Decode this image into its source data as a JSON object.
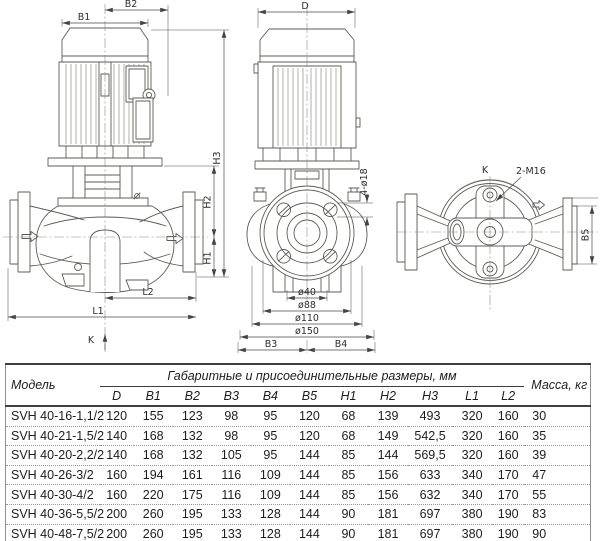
{
  "colors": {
    "line": "#5c5c54",
    "table_border": "#3e3e3e",
    "text": "#1d1d1d"
  },
  "drawings": {
    "side_view": {
      "labels": {
        "b1": "B1",
        "b2": "B2",
        "h1": "H1",
        "h2": "H2",
        "h3": "H3",
        "l1": "L1",
        "l2": "L2",
        "k": "K"
      }
    },
    "front_view": {
      "labels": {
        "d": "D",
        "b3": "B3",
        "b4": "B4",
        "bolt_holes": "4-ø18",
        "dia40": "ø40",
        "dia88": "ø88",
        "dia110": "ø110",
        "dia150": "ø150"
      }
    },
    "top_view": {
      "labels": {
        "k": "K",
        "thread": "2-М16",
        "b5": "B5"
      }
    }
  },
  "table": {
    "model_header": "Модель",
    "span_header": "Габаритные и присоединительные размеры, мм",
    "mass_header": "Масса, кг",
    "columns": [
      "D",
      "B1",
      "B2",
      "B3",
      "B4",
      "B5",
      "H1",
      "H2",
      "H3",
      "L1",
      "L2"
    ],
    "rows": [
      {
        "model": "SVH 40-16-1,1/2",
        "values": [
          "120",
          "155",
          "123",
          "98",
          "95",
          "120",
          "68",
          "139",
          "493",
          "320",
          "160"
        ],
        "mass": "30"
      },
      {
        "model": "SVH 40-21-1,5/2",
        "values": [
          "140",
          "168",
          "132",
          "98",
          "95",
          "120",
          "68",
          "149",
          "542,5",
          "320",
          "160"
        ],
        "mass": "35"
      },
      {
        "model": "SVH 40-20-2,2/2",
        "values": [
          "140",
          "168",
          "132",
          "105",
          "95",
          "144",
          "85",
          "144",
          "569,5",
          "320",
          "160"
        ],
        "mass": "39"
      },
      {
        "model": "SVH 40-26-3/2",
        "values": [
          "160",
          "194",
          "161",
          "116",
          "109",
          "144",
          "85",
          "156",
          "633",
          "340",
          "170"
        ],
        "mass": "47"
      },
      {
        "model": "SVH 40-30-4/2",
        "values": [
          "160",
          "220",
          "175",
          "116",
          "109",
          "144",
          "85",
          "156",
          "632",
          "340",
          "170"
        ],
        "mass": "55"
      },
      {
        "model": "SVH 40-36-5,5/2",
        "values": [
          "200",
          "260",
          "195",
          "133",
          "128",
          "144",
          "90",
          "181",
          "697",
          "380",
          "190"
        ],
        "mass": "83"
      },
      {
        "model": "SVH 40-48-7,5/2",
        "values": [
          "200",
          "260",
          "195",
          "133",
          "128",
          "144",
          "90",
          "181",
          "697",
          "380",
          "190"
        ],
        "mass": "90"
      }
    ]
  }
}
